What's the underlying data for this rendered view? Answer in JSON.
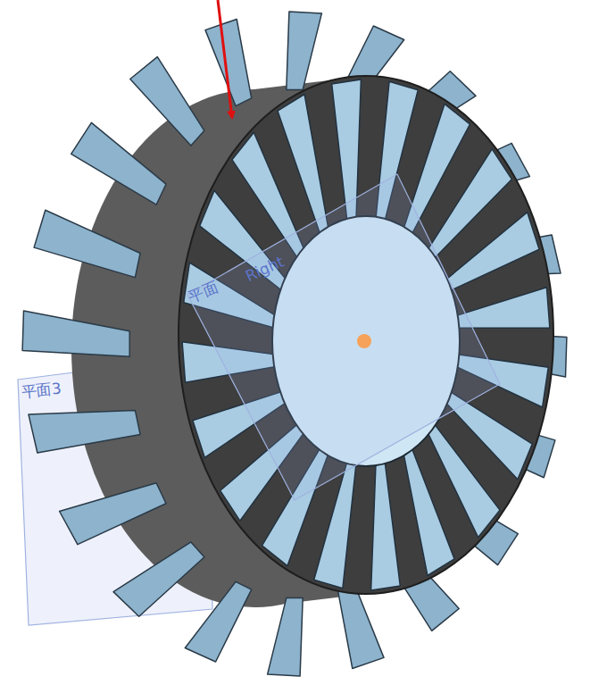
{
  "diagram": {
    "labels": [
      "平面3",
      "平面",
      "Right"
    ]
  }
}
